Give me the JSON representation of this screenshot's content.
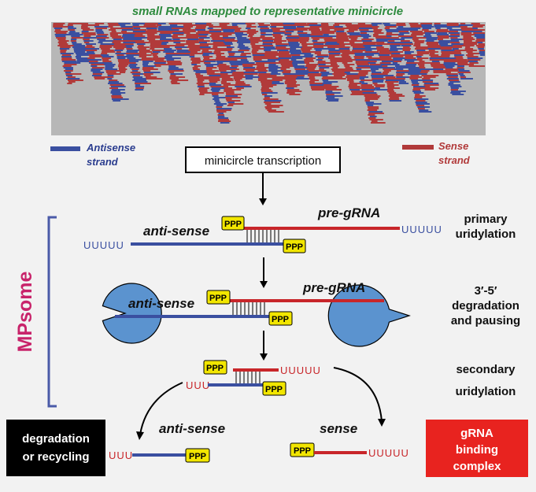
{
  "title": "small RNAs mapped to representative minicircle",
  "legend": {
    "antisense_line1": "Antisense",
    "antisense_line2": "strand",
    "sense_line1": "Sense",
    "sense_line2": "strand"
  },
  "transcription_box": "minicircle transcription",
  "mpsome_label": "MPsome",
  "ppp": "PPP",
  "uuuuu": "UUUUU",
  "uuu": "UUU",
  "steps": {
    "primary_line1": "primary",
    "primary_line2": "uridylation",
    "degradation_line1": "3′-5′",
    "degradation_line2": "degradation",
    "degradation_line3": "and pausing",
    "secondary_line1": "secondary",
    "secondary_line2": "uridylation"
  },
  "strand_labels": {
    "anti_sense": "anti-sense",
    "pre_grna": "pre-gRNA",
    "sense": "sense"
  },
  "outcome_left": {
    "line1": "degradation",
    "line2": "or recycling"
  },
  "outcome_right": {
    "line1": "gRNA",
    "line2": "binding",
    "line3": "complex"
  },
  "colors": {
    "antisense": "#3a4fa0",
    "sense": "#c8262a",
    "mpsome": "#c8236a",
    "ppp_fill": "#f2e600",
    "pacman": "#5b93cf",
    "outcome_left_bg": "#000000",
    "outcome_right_bg": "#e8231f",
    "title": "#2e8b3e"
  }
}
